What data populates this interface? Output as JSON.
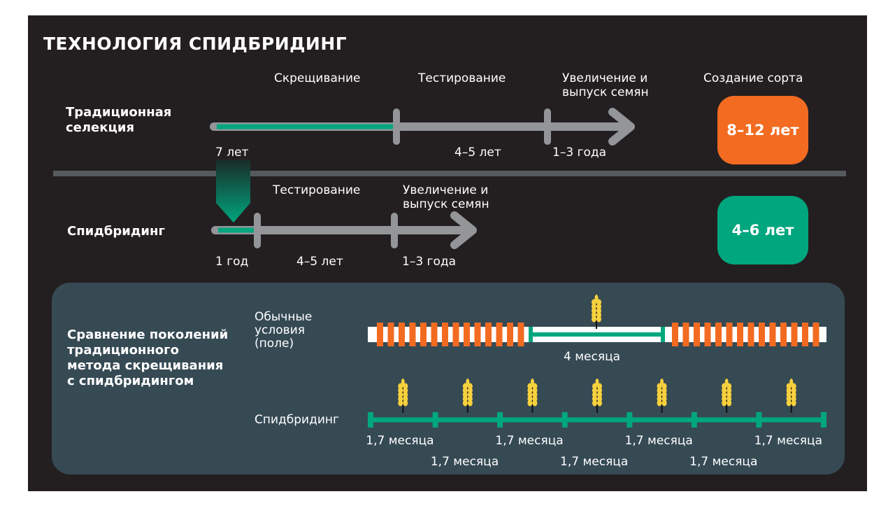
{
  "title": "ТЕХНОЛОГИЯ СПИДБРИДИНГ",
  "colors": {
    "background": "#231f20",
    "green": "#00a67e",
    "orange": "#f26b21",
    "gray": "#939598",
    "panel": "#364a54",
    "wheat": "#f7d13d"
  },
  "traditional": {
    "label": "Традиционная селекция",
    "stages": [
      "Скрещивание",
      "Тестирование",
      "Увеличение и выпуск семян"
    ],
    "durations": [
      "7 лет",
      "4–5 лет",
      "1–3 года"
    ],
    "result_header": "Создание сорта",
    "result": "8–12 лет"
  },
  "speed": {
    "label": "Спидбридинг",
    "stages": [
      "Тестирование",
      "Увеличение и выпуск семян"
    ],
    "durations": [
      "1 год",
      "4–5 лет",
      "1–3 года"
    ],
    "result": "4–6 лет"
  },
  "comparison": {
    "heading": "Сравнение поколений традиционного метода скрещивания с спидбридингом",
    "normal_label": "Обычные условия (поле)",
    "normal_generation": "4 месяца",
    "speed_label": "Спидбридинг",
    "speed_generations": 7,
    "speed_generation_labels": [
      "1,7 месяца",
      "1,7 месяца",
      "1,7 месяца",
      "1,7 месяца",
      "1,7 месяца",
      "1,7 месяца",
      "1,7 месяца"
    ]
  }
}
